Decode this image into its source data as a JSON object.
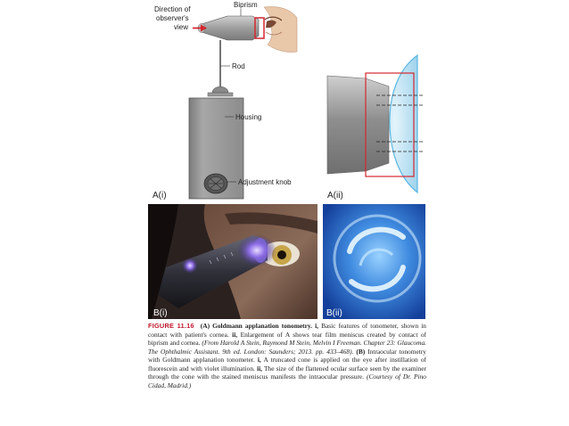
{
  "panel_a_i": {
    "label": "A(i)",
    "callouts": {
      "direction": [
        "Direction of",
        "observer's",
        "view"
      ],
      "biprism": "Biprism",
      "rod": "Rod",
      "housing": "Housing",
      "knob": "Adjustment knob"
    }
  },
  "panel_a_ii": {
    "label": "A(ii)"
  },
  "panel_b_i": {
    "label": "B(i)"
  },
  "panel_b_ii": {
    "label": "B(ii)"
  },
  "caption": {
    "figure_label": "FIGURE 11.16",
    "s1": "(A) Goldmann applanation tonometry. ",
    "s2": "i,",
    "s3": " Basic features of tonometer, shown in contact with patient's cornea. ",
    "s4": "ii,",
    "s5": " Enlargement of A shows tear film meniscus created by contact of biprism and cornea. ",
    "s6": "(From Harold A Stein, Raymond M Stein, Melvin I Freeman. Chapter 23: Glaucoma. The Ophthalmic Assistant. 9th ed. London: Saunders; 2013. pp. 433–468).",
    "s7": " (B)",
    "s8": " Intraocular tonometry with Goldmann applanation tonometer. ",
    "s9": "i,",
    "s10": " A truncated cone is applied on the eye after instillation of fluorescein and with violet illumination. ",
    "s11": "ii,",
    "s12": " The size of the flattened ocular surface seen by the examiner through the cone with the stained meniscus manifests the intraocular pressure. ",
    "s13": "(Courtesy of Dr. Pino Cidad, Madrid.)"
  },
  "colors": {
    "red": "#d4272e",
    "caption_red": "#c0172d",
    "photo_bg": "#2a211e",
    "fluor_blue": "#3a7fd6"
  }
}
